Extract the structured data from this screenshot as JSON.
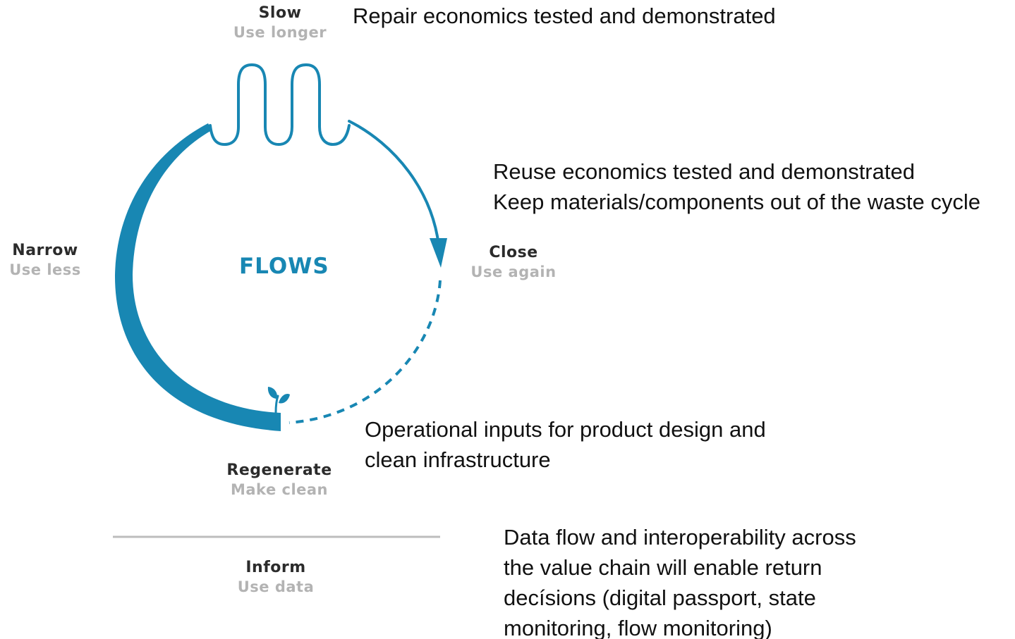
{
  "diagram": {
    "center_label": "FLOWS",
    "nodes": {
      "slow": {
        "title": "Slow",
        "subtitle": "Use longer"
      },
      "narrow": {
        "title": "Narrow",
        "subtitle": "Use less"
      },
      "close": {
        "title": "Close",
        "subtitle": "Use again"
      },
      "regenerate": {
        "title": "Regenerate",
        "subtitle": "Make clean"
      },
      "inform": {
        "title": "Inform",
        "subtitle": "Use data"
      }
    },
    "colors": {
      "accent": "#1887b3",
      "title_text": "#2b2b2b",
      "subtitle_text": "#b3b3b3",
      "divider": "#bdbdbd"
    },
    "icons": [
      "sprout-icon",
      "arrowhead-icon"
    ]
  },
  "annotations": {
    "repair": {
      "lines": [
        "Repair economics tested and demonstrated"
      ]
    },
    "reuse": {
      "lines": [
        "Reuse economics tested and demonstrated",
        "Keep materials/components out of the waste cycle"
      ]
    },
    "operational": {
      "lines": [
        "Operational inputs for product design and",
        "clean infrastructure"
      ]
    },
    "data_flow": {
      "lines": [
        "Data flow and interoperability across",
        "the value chain will enable return",
        "decísions (digital passport, state",
        "monitoring, flow monitoring)"
      ]
    }
  }
}
